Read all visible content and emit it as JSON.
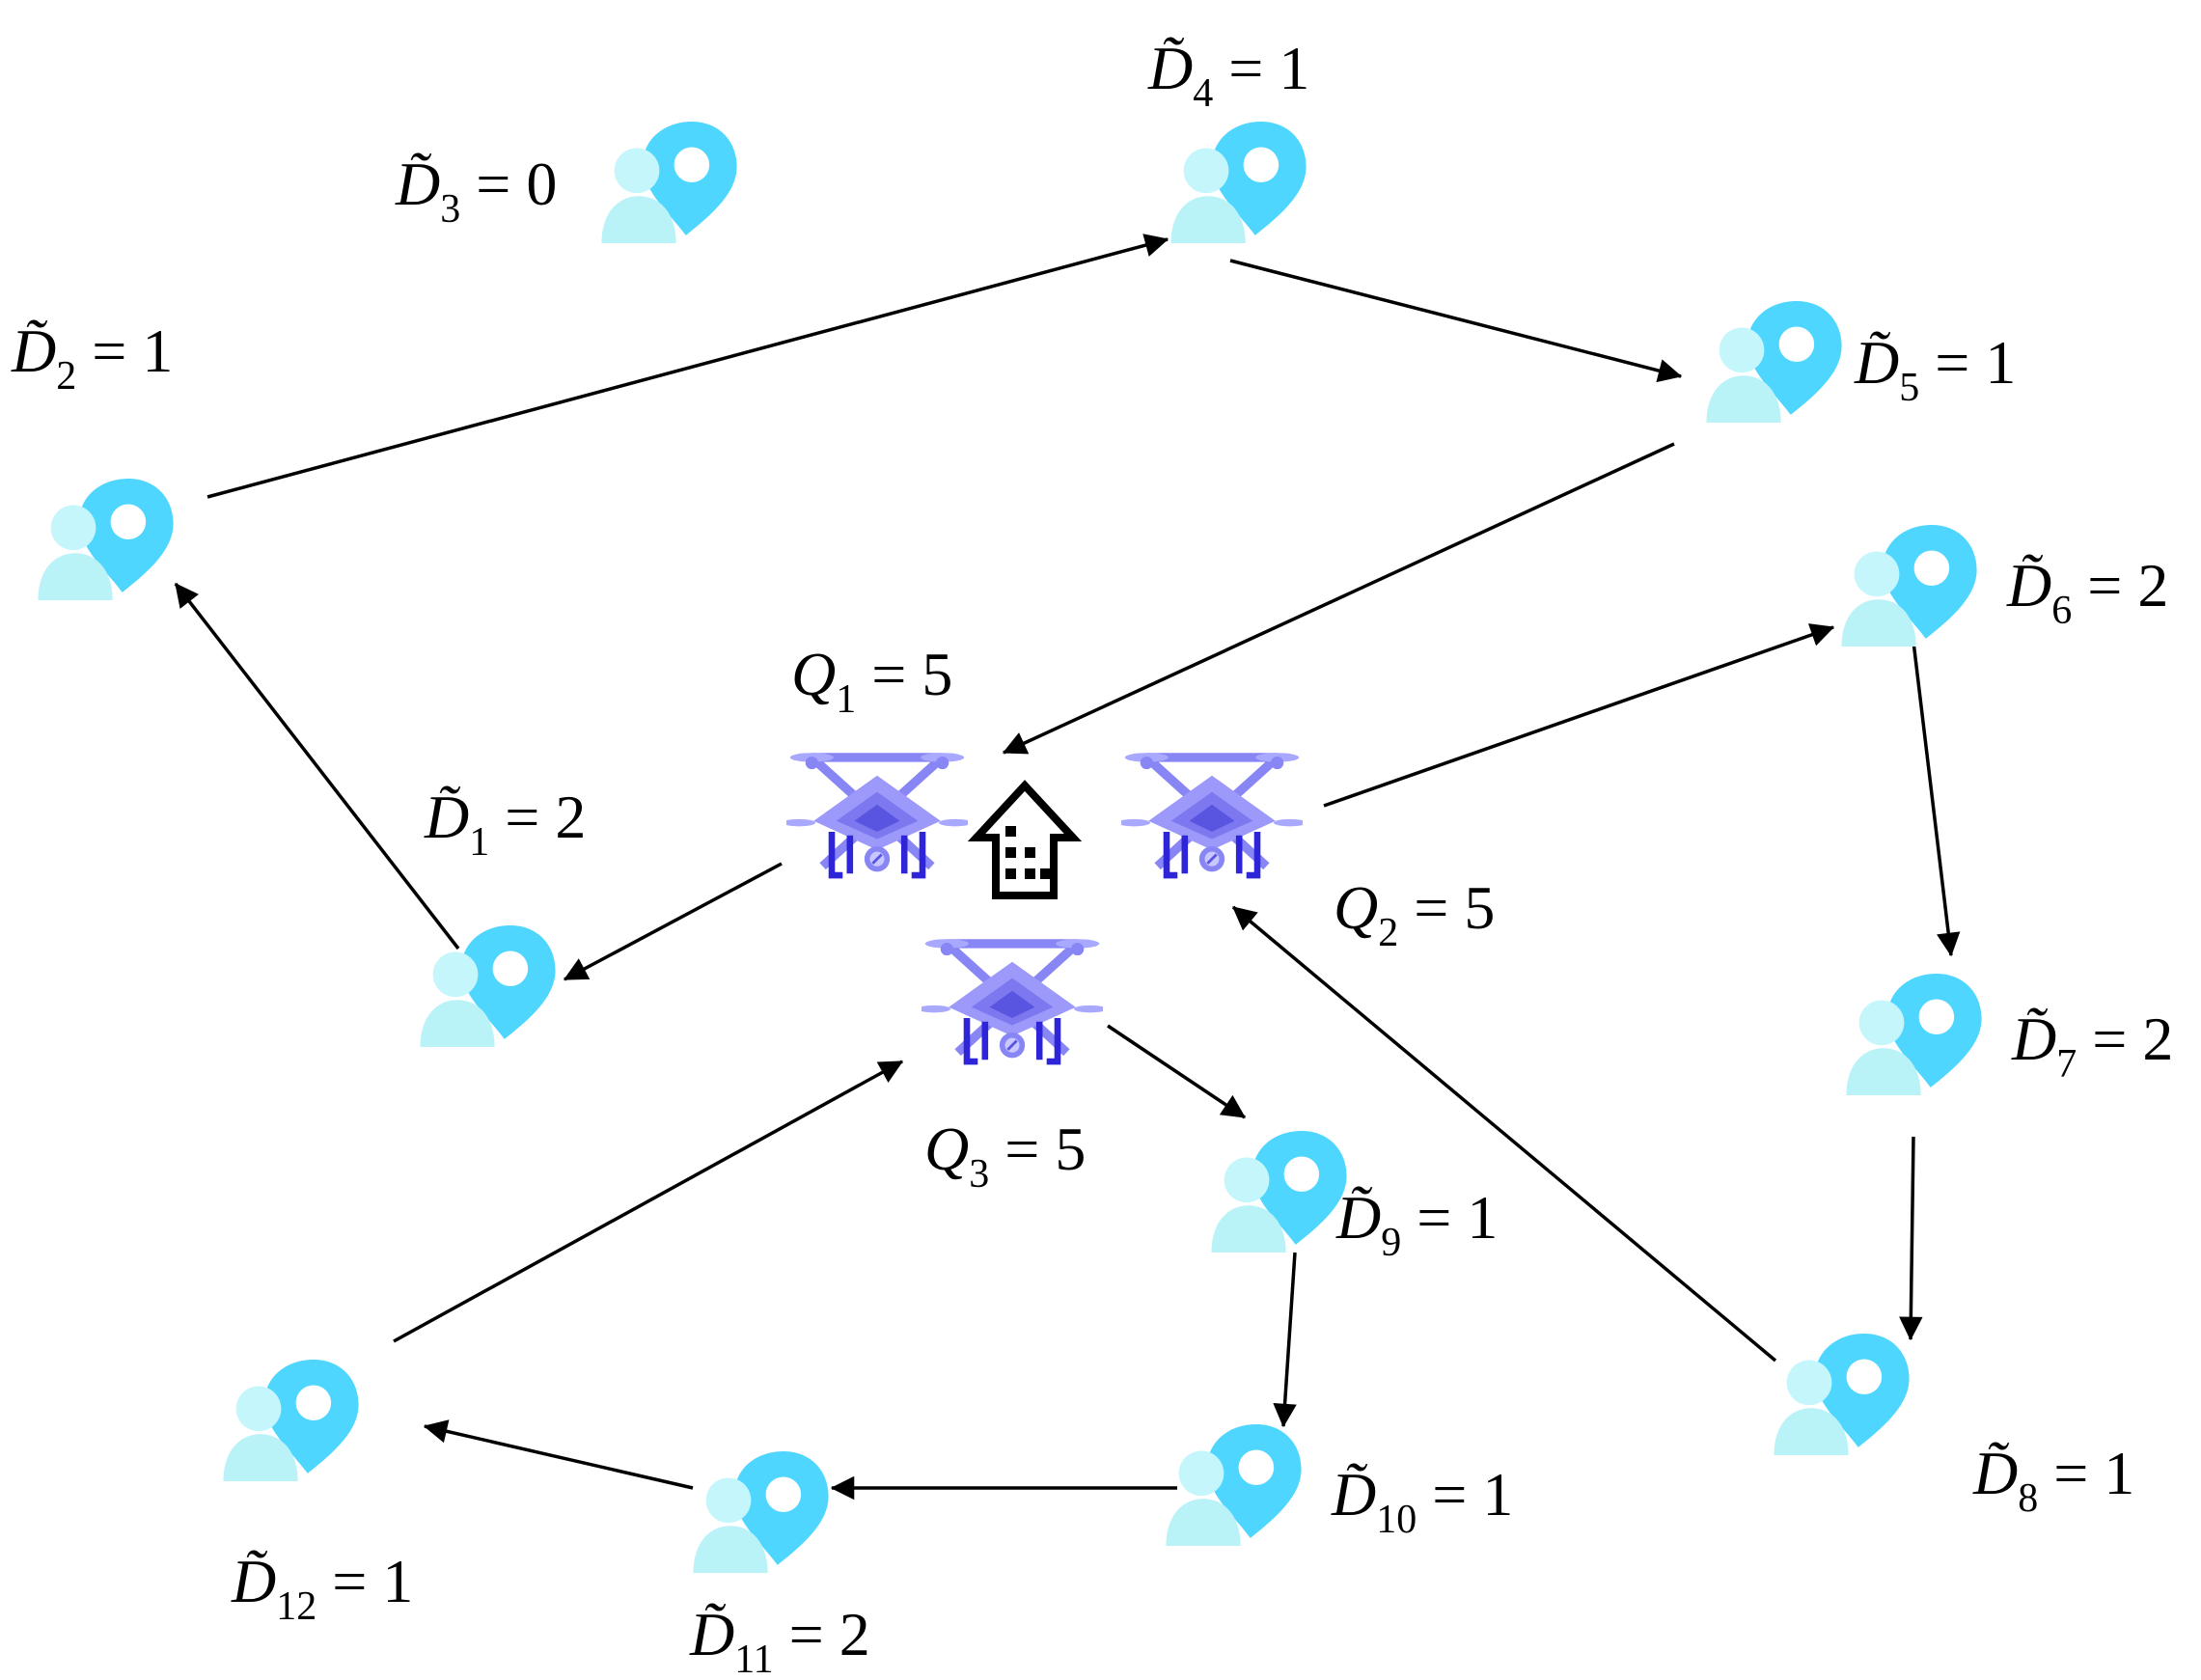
{
  "colors": {
    "user_head": "#c4f6fb",
    "user_body": "#b9f3f8",
    "pin": "#4fd6ff",
    "pin_hole": "#ffffff",
    "drone_light": "#a9a8ff",
    "drone_mid": "#8885f5",
    "drone_dark": "#5a55e0",
    "drone_leg": "#2e25d9",
    "edge": "#000000",
    "depot": "#000000"
  },
  "icons": {
    "user": "user-location-pin-icon",
    "drone": "quadcopter-drone-icon",
    "depot": "depot-house-icon"
  },
  "users": [
    {
      "id": "1",
      "symbol": "D",
      "sub": "1",
      "value": "2"
    },
    {
      "id": "2",
      "symbol": "D",
      "sub": "2",
      "value": "1"
    },
    {
      "id": "3",
      "symbol": "D",
      "sub": "3",
      "value": "0"
    },
    {
      "id": "4",
      "symbol": "D",
      "sub": "4",
      "value": "1"
    },
    {
      "id": "5",
      "symbol": "D",
      "sub": "5",
      "value": "1"
    },
    {
      "id": "6",
      "symbol": "D",
      "sub": "6",
      "value": "2"
    },
    {
      "id": "7",
      "symbol": "D",
      "sub": "7",
      "value": "2"
    },
    {
      "id": "8",
      "symbol": "D",
      "sub": "8",
      "value": "1"
    },
    {
      "id": "9",
      "symbol": "D",
      "sub": "9",
      "value": "1"
    },
    {
      "id": "10",
      "symbol": "D",
      "sub": "10",
      "value": "1"
    },
    {
      "id": "11",
      "symbol": "D",
      "sub": "11",
      "value": "2"
    },
    {
      "id": "12",
      "symbol": "D",
      "sub": "12",
      "value": "1"
    }
  ],
  "drones": [
    {
      "id": "1",
      "symbol": "Q",
      "sub": "1",
      "value": "5"
    },
    {
      "id": "2",
      "symbol": "Q",
      "sub": "2",
      "value": "5"
    },
    {
      "id": "3",
      "symbol": "Q",
      "sub": "3",
      "value": "5"
    }
  ],
  "routes": [
    {
      "drone": "Q1",
      "path": [
        "Q1",
        "D1",
        "D2",
        "D4",
        "D5",
        "Q1"
      ]
    },
    {
      "drone": "Q2",
      "path": [
        "Q2",
        "D6",
        "D7",
        "D8",
        "Q2"
      ]
    },
    {
      "drone": "Q3",
      "path": [
        "Q3",
        "D9",
        "D10",
        "D11",
        "D12",
        "Q3"
      ]
    }
  ]
}
